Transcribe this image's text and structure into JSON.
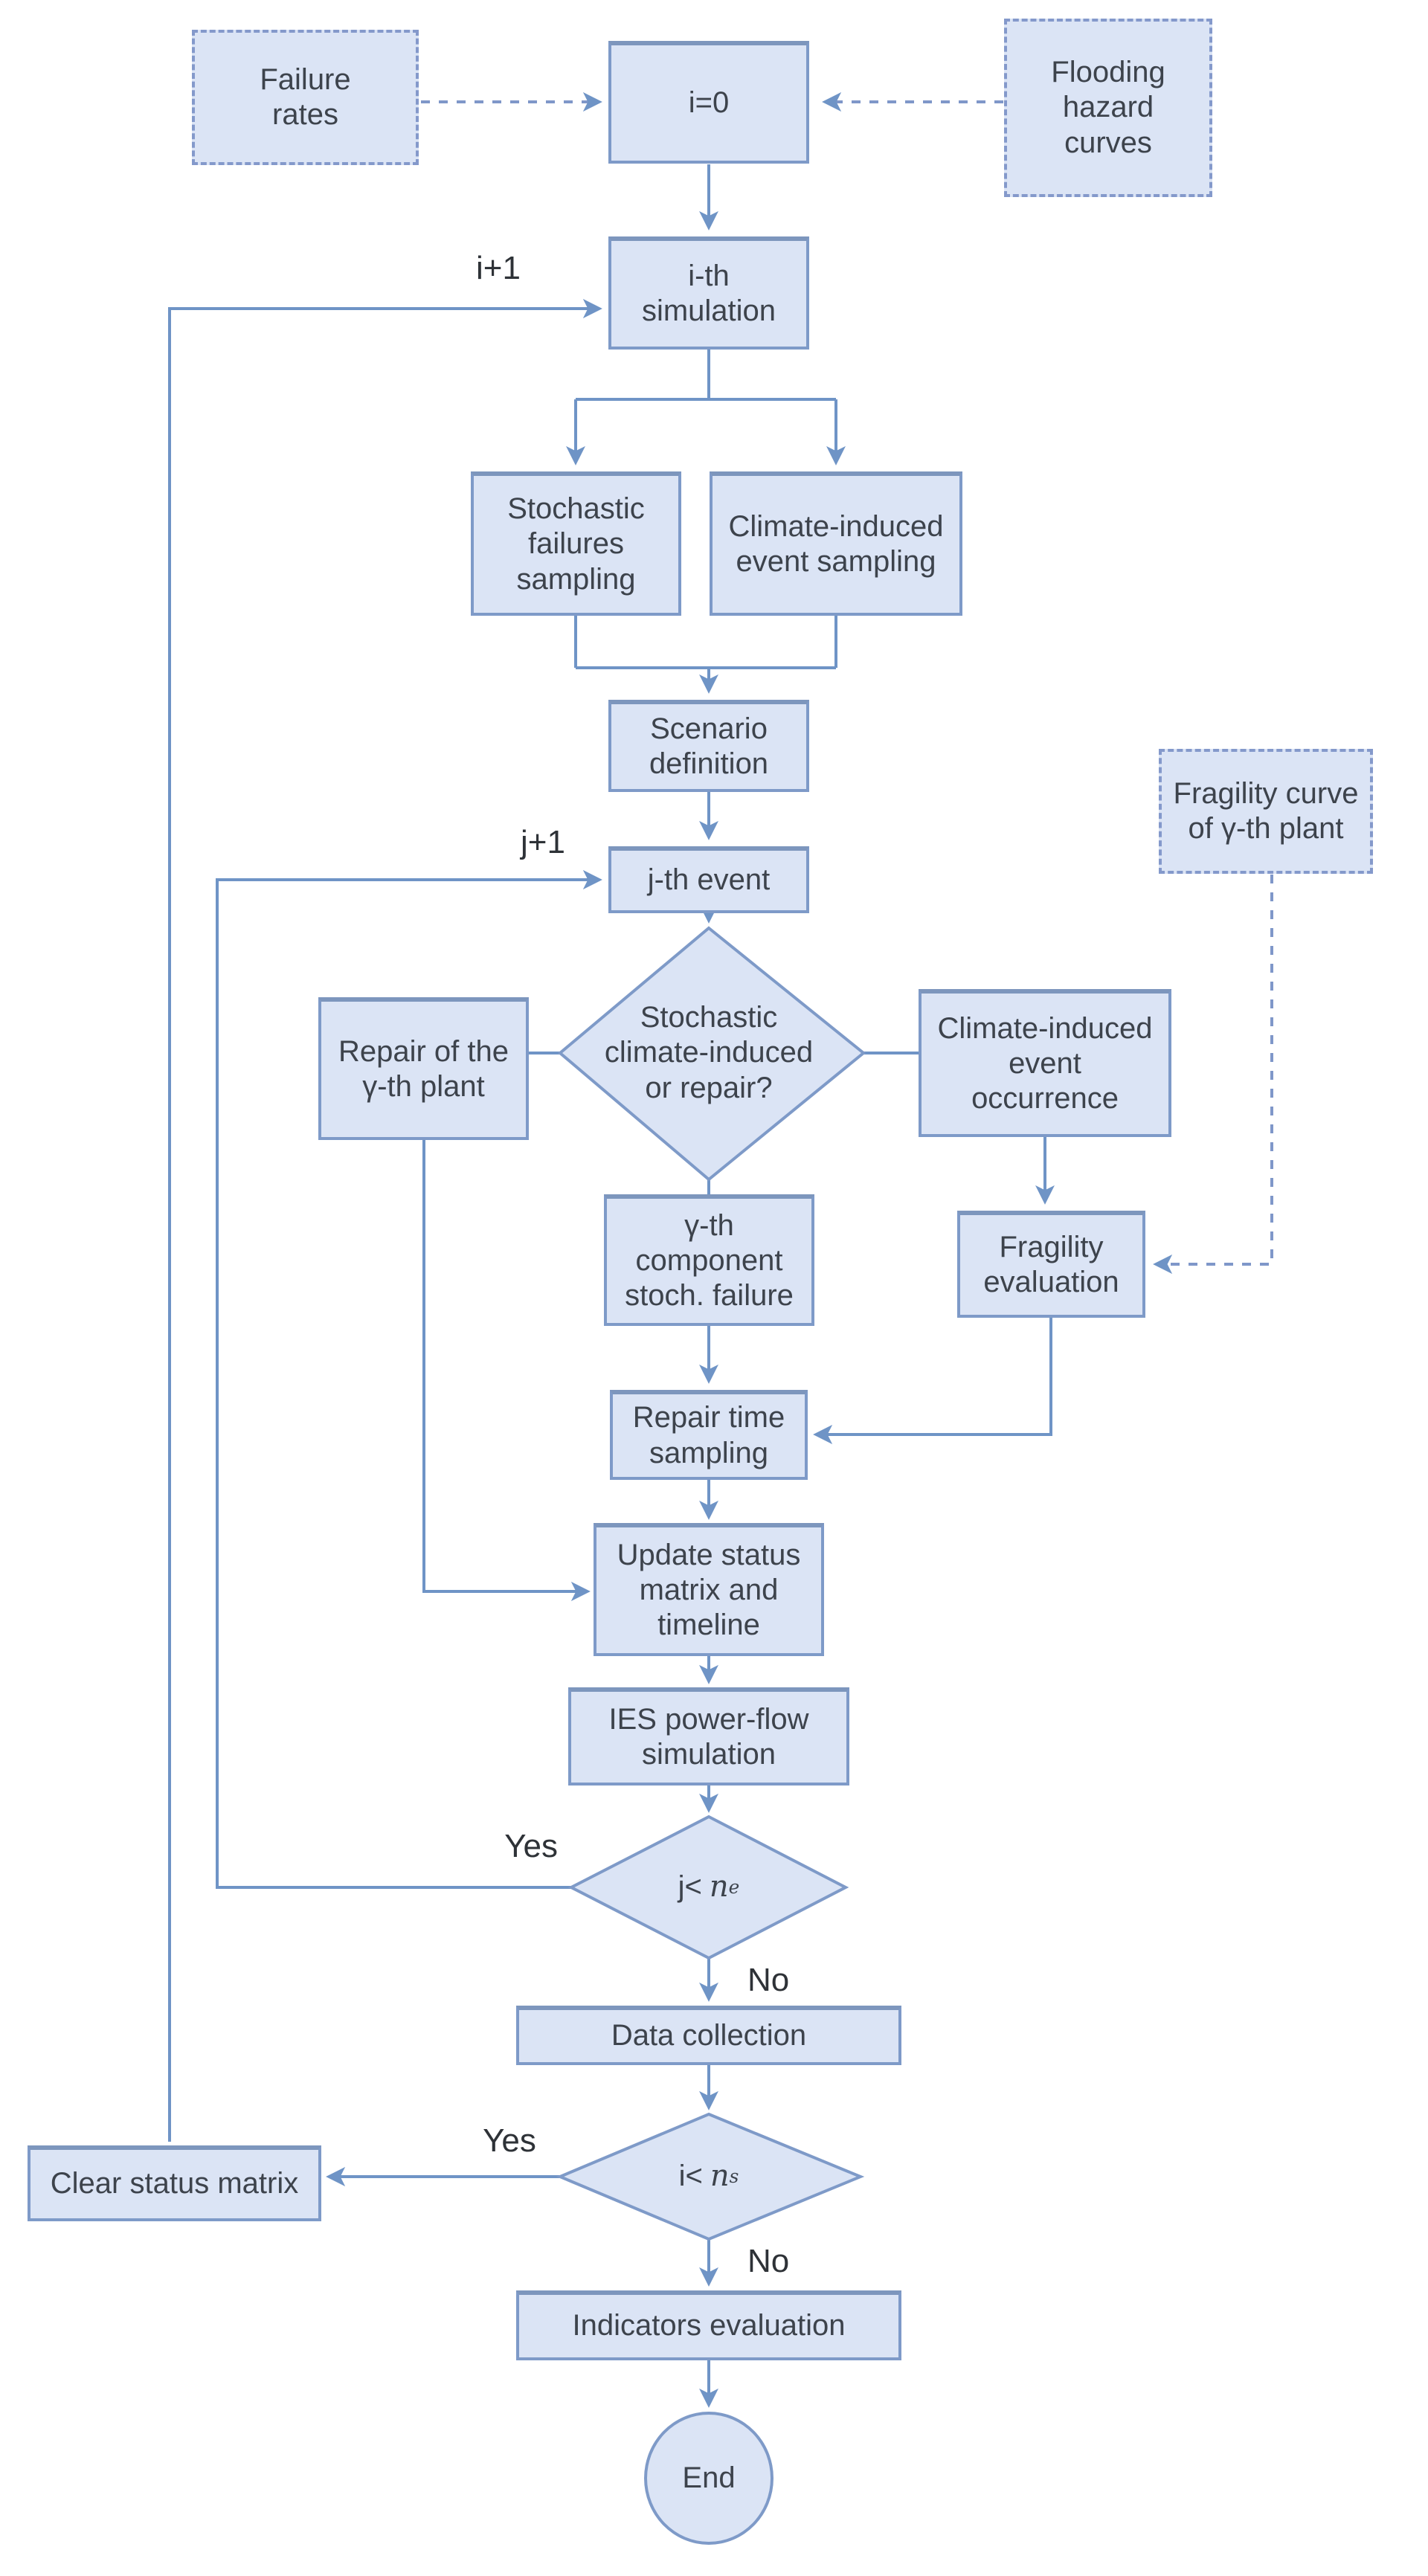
{
  "palette": {
    "node_fill": "#dbe4f5",
    "node_border": "#7e9ac8",
    "dashed_border": "#8499cb",
    "connector": "#6f94c6",
    "text": "#3d434c",
    "annotation_text": "#2e3237",
    "background": "#ffffff"
  },
  "nodes": {
    "failure_rates": {
      "label": "Failure\nrates"
    },
    "init": {
      "label": "i=0"
    },
    "flooding_hazard": {
      "label": "Flooding\nhazard\ncurves"
    },
    "ith_simulation": {
      "label": "i-th\nsimulation"
    },
    "stochastic_sampling": {
      "label": "Stochastic\nfailures\nsampling"
    },
    "climate_sampling": {
      "label": "Climate-induced\nevent sampling"
    },
    "scenario_definition": {
      "label": "Scenario\ndefinition"
    },
    "jth_event": {
      "label": "j-th event"
    },
    "decision_type": {
      "label": "Stochastic\nclimate-induced\nor repair?"
    },
    "repair_plant": {
      "label": "Repair of the\nγ-th plant"
    },
    "climate_occurrence": {
      "label": "Climate-induced\nevent\noccurrence"
    },
    "fragility_curve": {
      "label": "Fragility curve\nof γ-th plant"
    },
    "gamma_component": {
      "label": "γ-th\ncomponent\nstoch. failure"
    },
    "fragility_evaluation": {
      "label": "Fragility\nevaluation"
    },
    "repair_time": {
      "label": "Repair time\nsampling"
    },
    "update_status": {
      "label": "Update status\nmatrix and\ntimeline"
    },
    "ies_simulation": {
      "label": "IES power-flow\nsimulation"
    },
    "data_collection": {
      "label": "Data collection"
    },
    "clear_status": {
      "label": "Clear status matrix"
    },
    "indicators": {
      "label": "Indicators evaluation"
    },
    "end": {
      "label": "End"
    }
  },
  "decisions": {
    "je": {
      "prefix": "j<",
      "var": "n",
      "sub": "e"
    },
    "is": {
      "prefix": "i<",
      "var": "n",
      "sub": "s"
    }
  },
  "edge_labels": {
    "i_plus_1": "i+1",
    "j_plus_1": "j+1",
    "yes_je": "Yes",
    "no_je": "No",
    "yes_is": "Yes",
    "no_is": "No"
  }
}
